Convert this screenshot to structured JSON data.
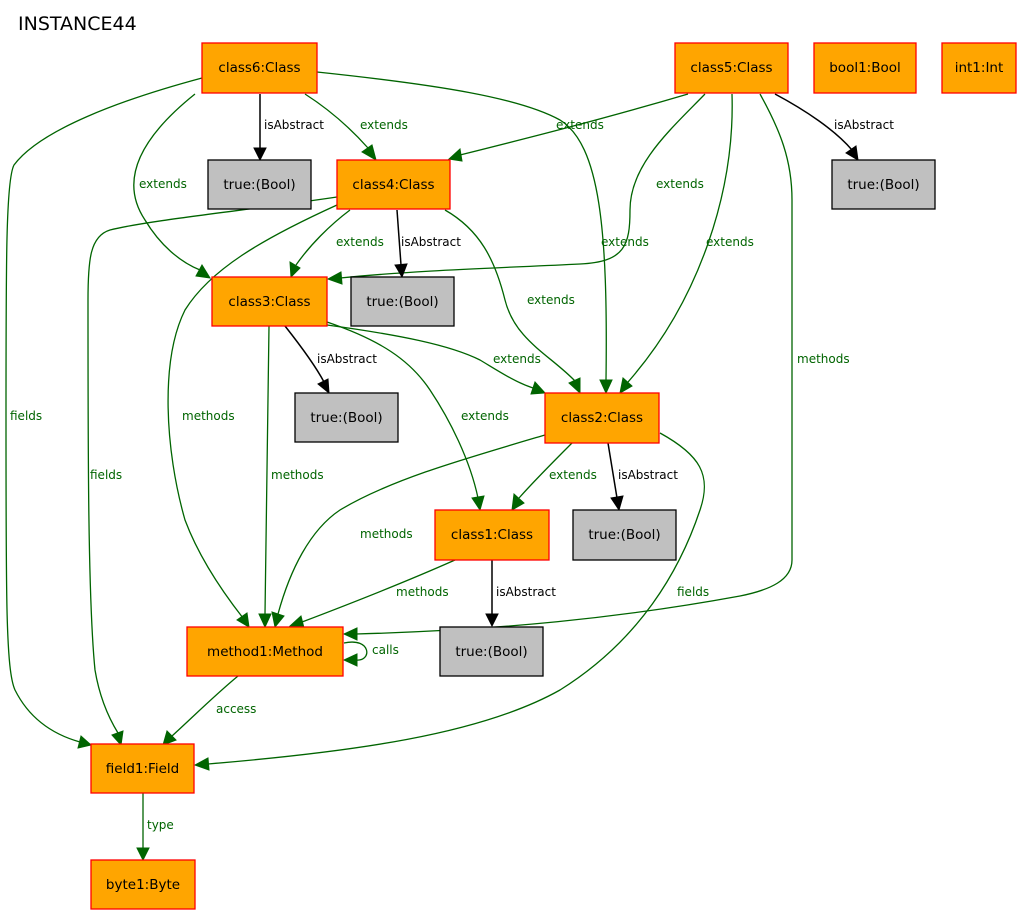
{
  "title": "INSTANCE44",
  "nodes": {
    "class6": "class6:Class",
    "class5": "class5:Class",
    "bool1": "bool1:Bool",
    "int1": "int1:Int",
    "class4": "class4:Class",
    "class3": "class3:Class",
    "class2": "class2:Class",
    "class1": "class1:Class",
    "method1": "method1:Method",
    "field1": "field1:Field",
    "byte1": "byte1:Byte",
    "true_c6": "true:(Bool)",
    "true_c5": "true:(Bool)",
    "true_c4": "true:(Bool)",
    "true_c3": "true:(Bool)",
    "true_c2": "true:(Bool)",
    "true_c1": "true:(Bool)"
  },
  "edge_labels": {
    "c6_isabstract": "isAbstract",
    "c6_extends_c4": "extends",
    "c6_extends_c3": "extends",
    "c6_extends_c2": "extends",
    "c6_fields": "fields",
    "c5_extends_c4": "extends",
    "c5_extends_c3": "extends",
    "c5_extends_c2": "extends",
    "c5_isabstract": "isAbstract",
    "c5_methods": "methods",
    "c4_extends_c3": "extends",
    "c4_isabstract": "isAbstract",
    "c4_extends_c2": "extends",
    "c4_methods": "methods",
    "c4_fields": "fields",
    "c3_isabstract": "isAbstract",
    "c3_extends_c2": "extends",
    "c3_extends_c1": "extends",
    "c3_methods": "methods",
    "c2_extends_c1": "extends",
    "c2_isabstract": "isAbstract",
    "c2_methods": "methods",
    "c2_fields": "fields",
    "c1_methods": "methods",
    "c1_isabstract": "isAbstract",
    "m1_calls": "calls",
    "m1_access": "access",
    "f1_type": "type"
  },
  "colors": {
    "object_fill": "#ffa500",
    "object_border": "#ff0000",
    "value_fill": "#c0c0c0",
    "value_border": "#000000",
    "relation_edge": "#006400",
    "attribute_edge": "#000000"
  }
}
